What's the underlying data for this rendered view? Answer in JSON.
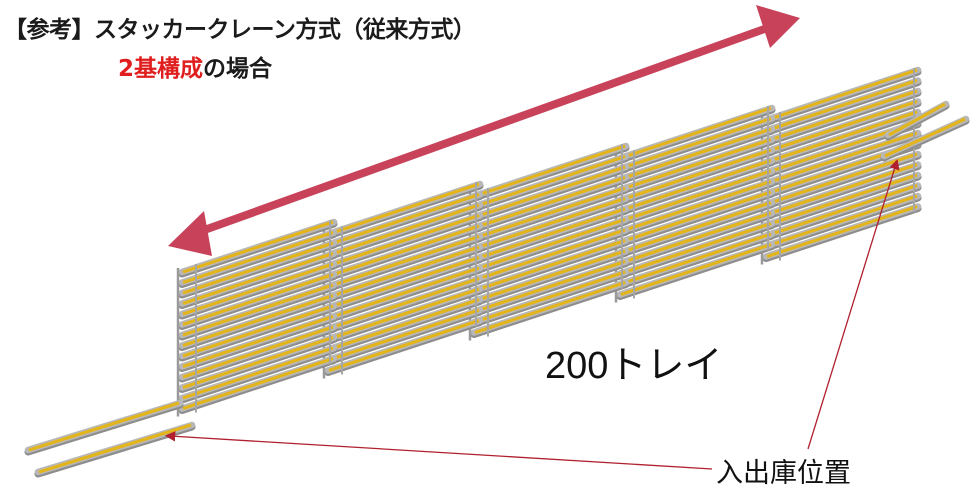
{
  "title": {
    "line1": "【参考】スタッカークレーン方式（従来方式）",
    "line2_highlight": "2基構成",
    "line2_rest": "の場合"
  },
  "tray_count_label": "200トレイ",
  "io_position_label": "入出庫位置",
  "colors": {
    "arrow": "#c8435a",
    "callout_line": "#b0202e",
    "tray_yellow": "#e3b51a",
    "tray_frame": "#b8b8b8",
    "highlight_text": "#e11e1e"
  },
  "diagram": {
    "rack_modules": 5,
    "tiers_per_module": 14,
    "io_conveyors": 2
  }
}
